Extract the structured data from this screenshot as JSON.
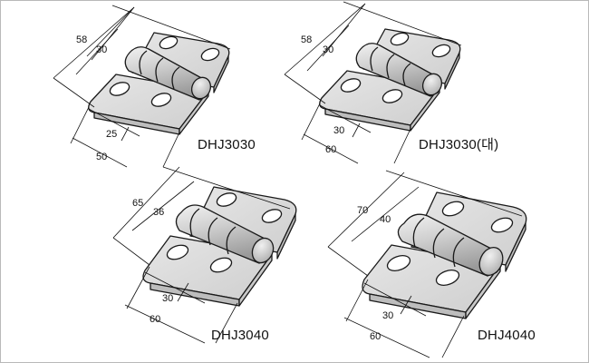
{
  "colors": {
    "plate_top": "#dcdcdc",
    "plate_side": "#bdbdbd",
    "barrel_light": "#ececec",
    "barrel_mid": "#c9c9c9",
    "barrel_dark": "#9e9e9e",
    "outline": "#1a1a1a",
    "frame": "#b9b9b9"
  },
  "hinges": [
    {
      "model": "DHJ3030",
      "dims": {
        "overall_height": "58",
        "inner_height": "30",
        "hole_pitch": "25",
        "overall_width": "50"
      }
    },
    {
      "model": "DHJ3030(대)",
      "dims": {
        "overall_height": "58",
        "inner_height": "30",
        "hole_pitch": "30",
        "overall_width": "60"
      }
    },
    {
      "model": "DHJ3040",
      "dims": {
        "overall_height": "65",
        "inner_height": "36",
        "hole_pitch": "30",
        "overall_width": "60"
      }
    },
    {
      "model": "DHJ4040",
      "dims": {
        "overall_height": "70",
        "inner_height": "40",
        "hole_pitch": "30",
        "overall_width": "60"
      }
    }
  ]
}
